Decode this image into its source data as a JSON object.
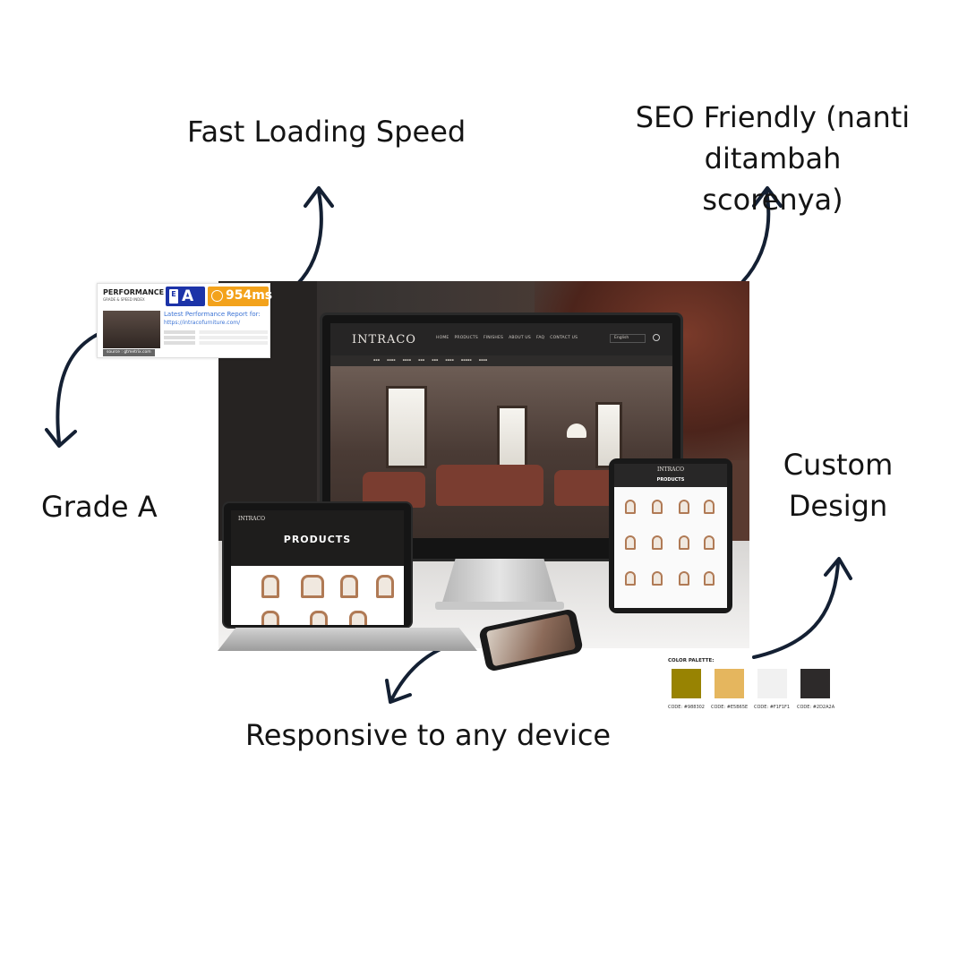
{
  "captions": {
    "speed": "Fast Loading Speed",
    "seo": "SEO Friendly (nanti\nditambah scorenya)",
    "grade": "Grade A",
    "custom": "Custom\nDesign",
    "responsive": "Responsive to any device"
  },
  "performance": {
    "title": "PERFORMANCE",
    "subtitle": "GRADE & SPEED INDEX",
    "grade_box_letter": "E",
    "grade": "A",
    "load_time": "954ms",
    "latest_label": "Latest Performance Report for:",
    "url": "https://intracofurniture.com/",
    "source": "source : gtmetrix.com"
  },
  "website": {
    "logo": "INTRACO",
    "nav": [
      "HOME",
      "PRODUCTS",
      "FINISHES",
      "ABOUT US",
      "FAQ",
      "CONTACT US"
    ],
    "language": "English",
    "products_title": "PRODUCTS"
  },
  "palette": {
    "title": "COLOR PALETTE:",
    "colors": [
      {
        "hex": "#988302",
        "code": "CODE: #988302"
      },
      {
        "hex": "#E5B65E",
        "code": "CODE: #E5B65E"
      },
      {
        "hex": "#F1F1F1",
        "code": "CODE: #F1F1F1"
      },
      {
        "hex": "#2D2A2A",
        "code": "CODE: #2D2A2A"
      }
    ]
  },
  "icons": [
    "clock-icon",
    "search-icon",
    "arrow-icon"
  ],
  "colors": {
    "caption_text": "#141414",
    "arrow": "#142033",
    "grade_blue": "#1C33A8",
    "speed_orange": "#F3A21B"
  }
}
